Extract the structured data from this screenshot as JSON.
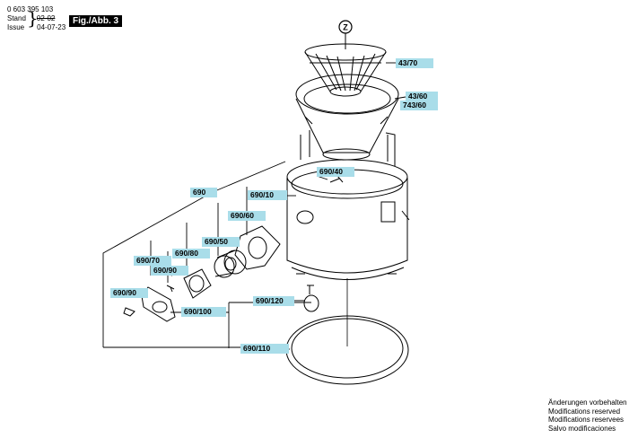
{
  "header": {
    "part_number": "0 603 395 103",
    "stand_label": "Stand",
    "issue_label": "Issue",
    "date_old": "02-02",
    "date_new": "04-07-23",
    "figure": "Fig./Abb. 3"
  },
  "callout_z": "Z",
  "labels": {
    "l_43_70": "43/70",
    "l_43_60": "43/60",
    "l_743_60": "743/60",
    "l_690_40": "690/40",
    "l_690": "690",
    "l_690_10": "690/10",
    "l_690_60": "690/60",
    "l_690_50": "690/50",
    "l_690_80": "690/80",
    "l_690_70": "690/70",
    "l_690_90a": "690/90",
    "l_690_90b": "690/90",
    "l_690_120": "690/120",
    "l_690_100": "690/100",
    "l_690_110": "690/110"
  },
  "notes": [
    "Änderungen vorbehalten",
    "Modifications reserved",
    "Modifications reservees",
    "Salvo modificaciones"
  ]
}
